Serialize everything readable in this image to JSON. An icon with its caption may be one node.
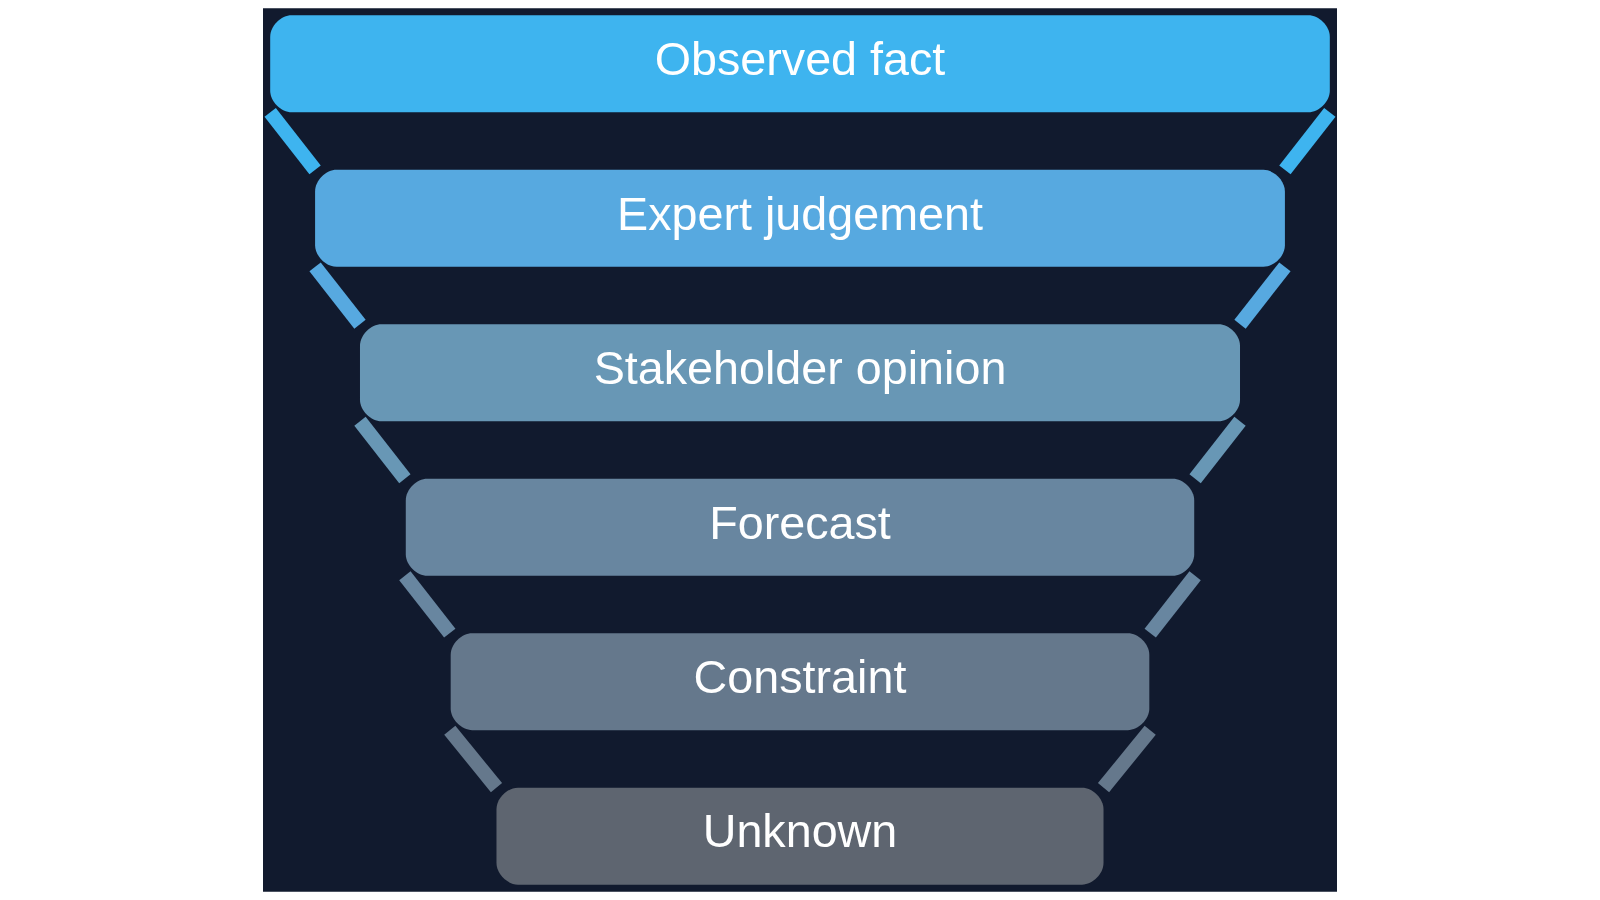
{
  "diagram": {
    "nodes": [
      {
        "text": [
          "Observed fact"
        ]
      },
      {
        "text": [
          "Expert judgement"
        ]
      },
      {
        "text": [
          "Stakeholder opinion"
        ]
      },
      {
        "text": [
          "Forecast"
        ]
      },
      {
        "text": [
          "Constraint"
        ]
      },
      {
        "text": [
          "Unknown"
        ]
      }
    ],
    "edges": [
      {
        "from": 0,
        "to": 1,
        "arrow": "none",
        "color": "#3eb4ef"
      },
      {
        "from": 0,
        "to": 1,
        "arrow": "none",
        "color": "#3eb4ef"
      },
      {
        "from": 1,
        "to": 2,
        "arrow": "none",
        "color": "#57a9e0"
      },
      {
        "from": 1,
        "to": 2,
        "arrow": "none",
        "color": "#57a9e0"
      },
      {
        "from": 2,
        "to": 3,
        "arrow": "none",
        "color": "#6897b5"
      },
      {
        "from": 2,
        "to": 3,
        "arrow": "none",
        "color": "#6897b5"
      },
      {
        "from": 3,
        "to": 4,
        "arrow": "none",
        "color": "#6886a0"
      },
      {
        "from": 3,
        "to": 4,
        "arrow": "none",
        "color": "#6886a0"
      },
      {
        "from": 4,
        "to": 5,
        "arrow": "none",
        "color": "#65788c"
      },
      {
        "from": 4,
        "to": 5,
        "arrow": "none",
        "color": "#65788c"
      }
    ]
  }
}
